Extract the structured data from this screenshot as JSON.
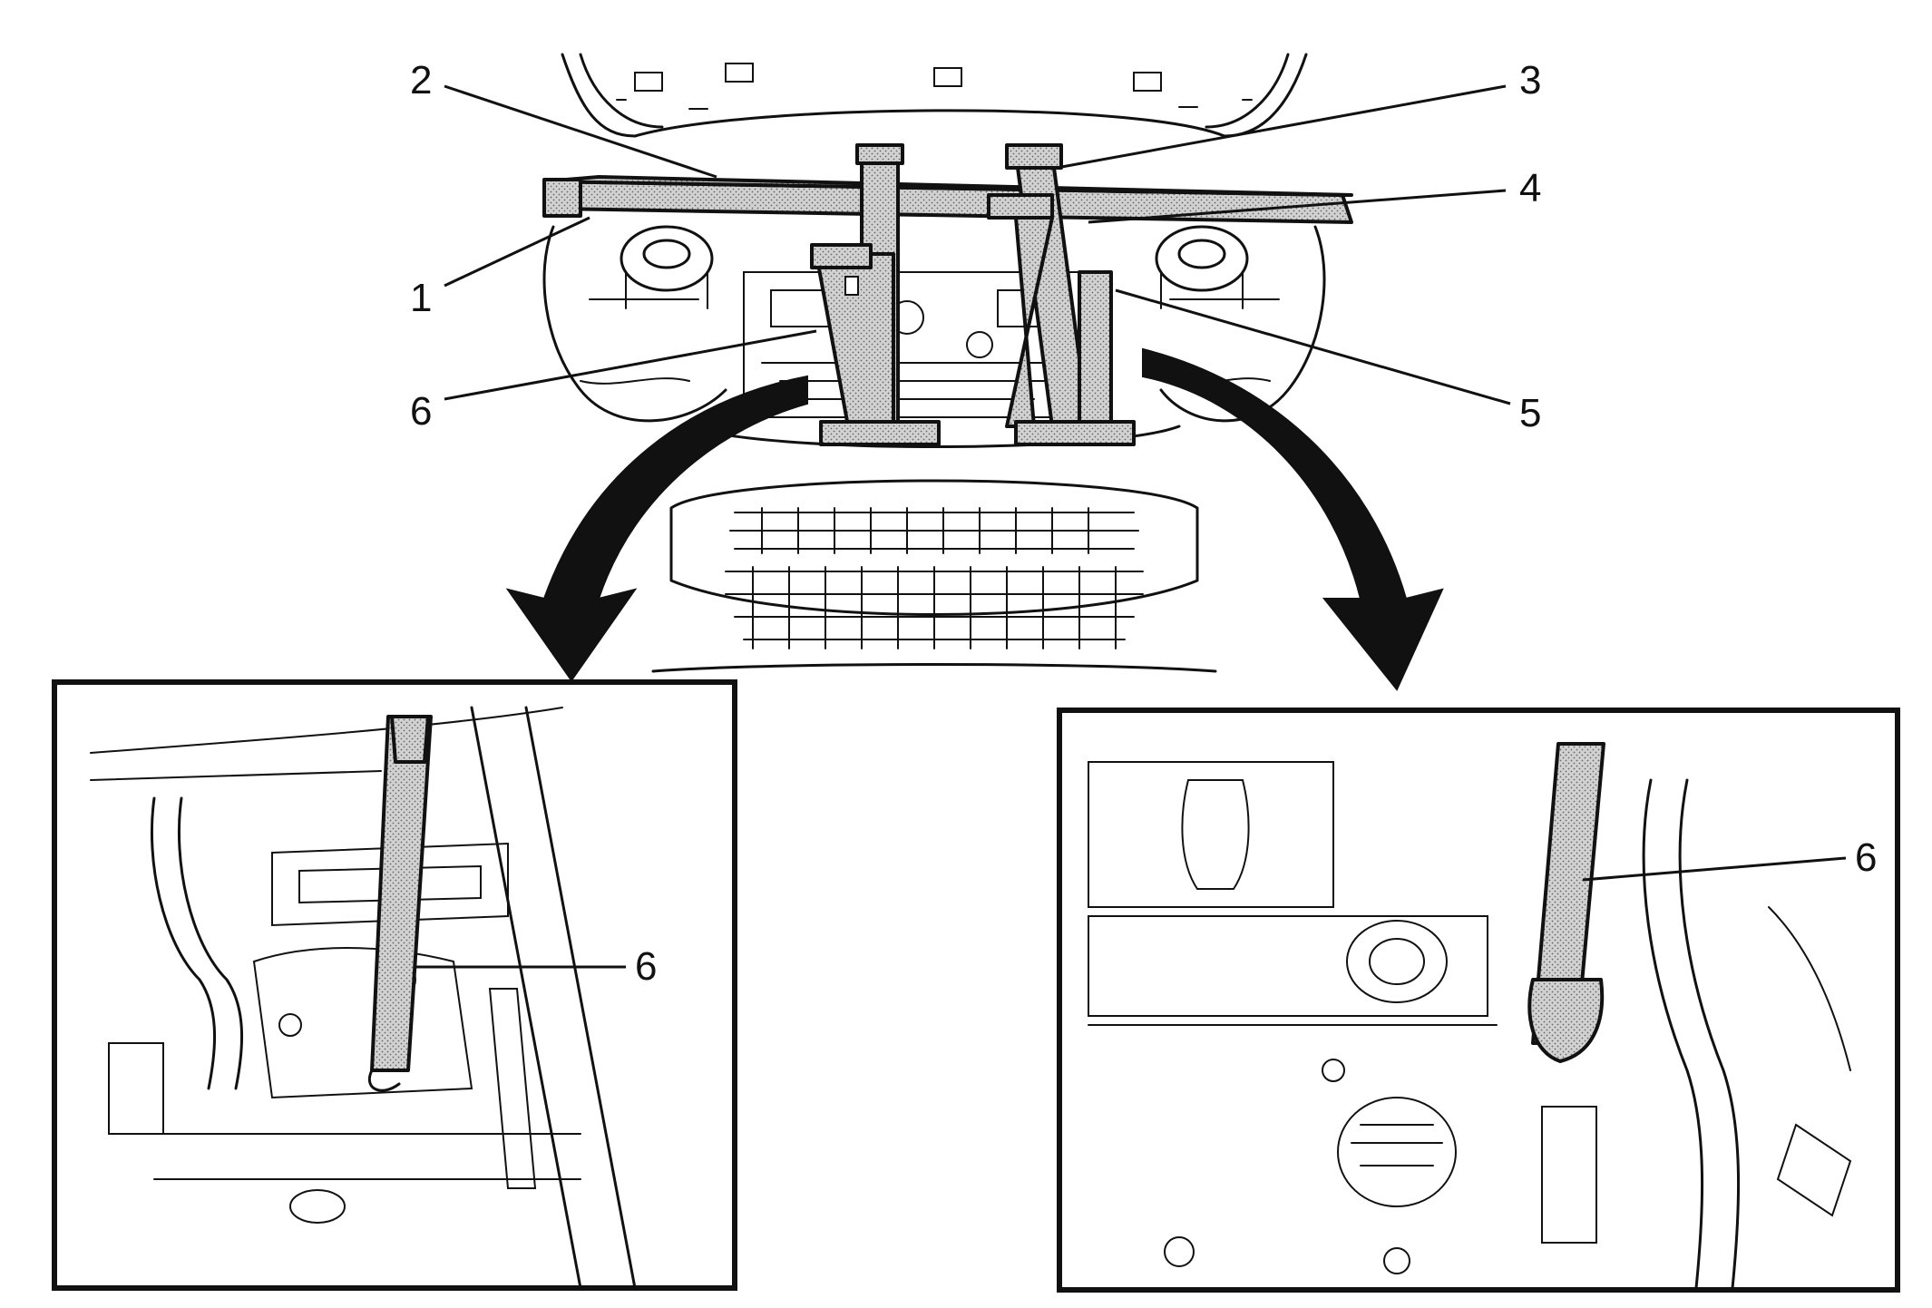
{
  "callouts": {
    "c1": "1",
    "c2": "2",
    "c3": "3",
    "c4": "4",
    "c5": "5",
    "c6_main": "6",
    "c6_left_inset": "6",
    "c6_right_inset": "6"
  },
  "colors": {
    "ink": "#111111",
    "background": "#ffffff",
    "tool_fill": "#d6d6d6"
  }
}
